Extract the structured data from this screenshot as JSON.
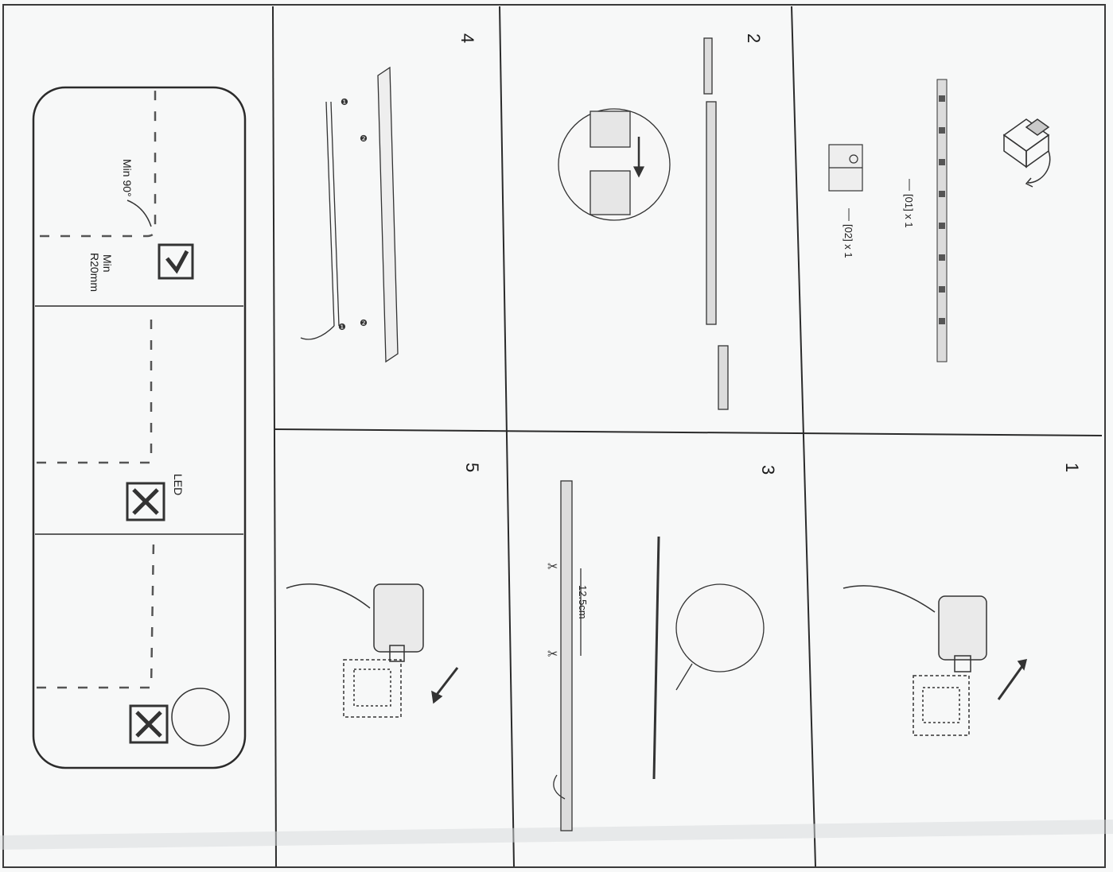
{
  "steps": {
    "s1": "1",
    "s2": "2",
    "s3": "3",
    "s4": "4",
    "s5": "5"
  },
  "parts": {
    "p01": "[01] x 1",
    "p02": "[02] x 1"
  },
  "step3": {
    "length": "12.5cm"
  },
  "guide": {
    "min_angle": "Min 90°",
    "min_label": "Min",
    "min_radius": "R20mm",
    "led_label": "LED"
  },
  "colors": {
    "line": "#2b2b2b",
    "paper": "#f7f8f8",
    "strip": "#dcdcdc"
  }
}
